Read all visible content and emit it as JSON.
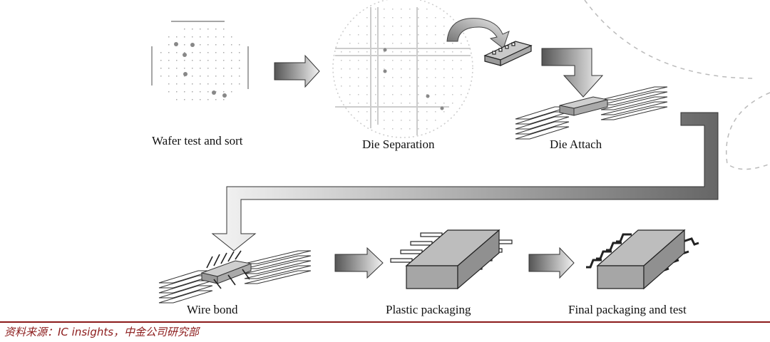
{
  "steps": [
    {
      "label": "Wafer test and sort"
    },
    {
      "label": "Die Separation"
    },
    {
      "label": "Die Attach"
    },
    {
      "label": "Wire bond"
    },
    {
      "label": "Plastic packaging"
    },
    {
      "label": "Final packaging and test"
    }
  ],
  "source": {
    "text": "资料来源：IC insights，中金公司研究部"
  },
  "colors": {
    "source_red": "#8b1a1a",
    "arrow_dark": "#555555",
    "arrow_light": "#f0f0f0",
    "package_top": "#bdbdbd",
    "package_side": "#9a9a9a"
  }
}
